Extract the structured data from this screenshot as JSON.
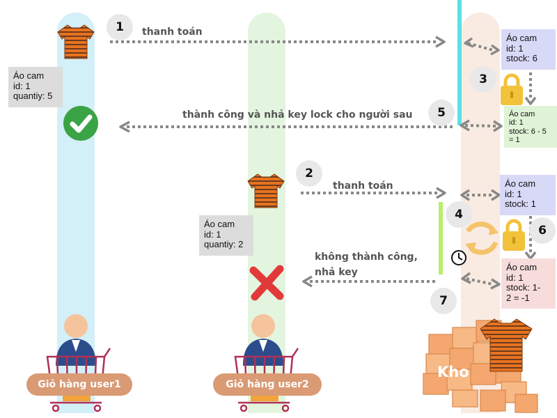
{
  "steps": [
    "1",
    "2",
    "3",
    "4",
    "5",
    "6",
    "7"
  ],
  "labels": {
    "pay1": "thanh toán",
    "pay2": "thanh toán",
    "success": "thành công và nhả key lock cho người sau",
    "fail_line1": "không thành công,",
    "fail_line2": "nhả key"
  },
  "carts": {
    "user1": "Giỏ hàng user1",
    "user2": "Giỏ hàng user2",
    "warehouse": "Kho"
  },
  "user1_cart_box": {
    "name": "Áo cam",
    "id": "id: 1",
    "qty": "quantiy: 5"
  },
  "user2_cart_box": {
    "name": "Áo cam",
    "id": "id: 1",
    "qty": "quantiy: 2"
  },
  "stock_boxes": [
    {
      "name": "Áo cam",
      "id": "id: 1",
      "stock": "stock: 6"
    },
    {
      "name": "Áo cam",
      "id": "id: 1",
      "stock": "stock: 6 - 5",
      "extra": "= 1"
    },
    {
      "name": "Áo cam",
      "id": "id: 1",
      "stock": "stock: 1"
    },
    {
      "name": "Áo cam",
      "id": "id: 1",
      "stock": "stock: 1-",
      "extra": "2 = -1"
    }
  ],
  "colors": {
    "lane_user1": "#d3eff8",
    "lane_user2": "#e3f5df",
    "lane_warehouse": "#f9ebe1",
    "stock_box_1": "#d8d8f7",
    "stock_box_2": "#dff4d6",
    "stock_box_3": "#d8d8f7",
    "stock_box_4": "#f7dcdc",
    "cart_box": "#dcdcdc",
    "pill": "#d99a74",
    "success": "#3aa345",
    "fail": "#e23a3a",
    "lock": "#f2c23a",
    "lock_line_user1": "#5ce0e6",
    "lock_line_user2": "#b7ee6b"
  },
  "icons": [
    "tshirt-icon",
    "check-icon",
    "cross-icon",
    "lock-icon",
    "retry-icon",
    "clock-icon",
    "person-icon",
    "cart-icon",
    "box-stack-icon"
  ]
}
